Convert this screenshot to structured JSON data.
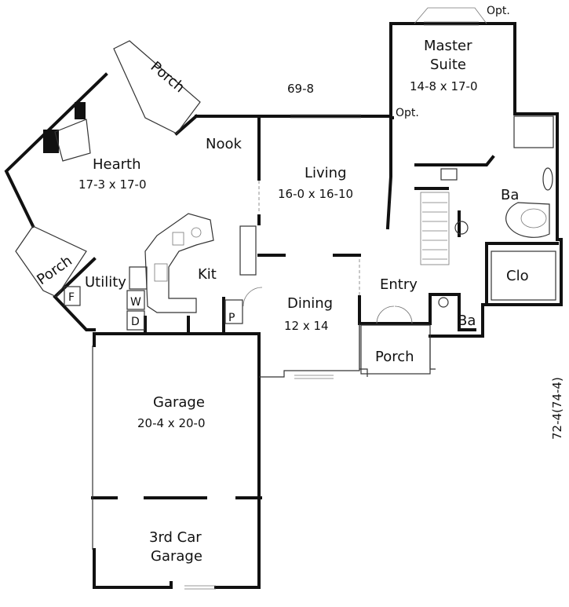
{
  "overall": {
    "width_label": "69-8",
    "depth_label": "72-4(74-4)"
  },
  "rooms": {
    "master_suite": {
      "name_line1": "Master",
      "name_line2": "Suite",
      "size": "14-8 x 17-0"
    },
    "opt_top": "Opt.",
    "opt_inner": "Opt.",
    "hearth": {
      "name": "Hearth",
      "size": "17-3 x 17-0"
    },
    "porch_top": "Porch",
    "porch_left": "Porch",
    "porch_front": "Porch",
    "nook": "Nook",
    "living": {
      "name": "Living",
      "size": "16-0 x 16-10"
    },
    "ba_master": "Ba",
    "clo": "Clo",
    "kit": "Kit",
    "utility": "Utility",
    "f": "F",
    "w": "W",
    "d": "D",
    "p": "P",
    "dining": {
      "name": "Dining",
      "size": "12 x 14"
    },
    "entry": "Entry",
    "ba_half": "Ba",
    "garage": {
      "name": "Garage",
      "size": "20-4 x 20-0"
    },
    "third_car": {
      "name_line1": "3rd Car",
      "name_line2": "Garage"
    }
  }
}
